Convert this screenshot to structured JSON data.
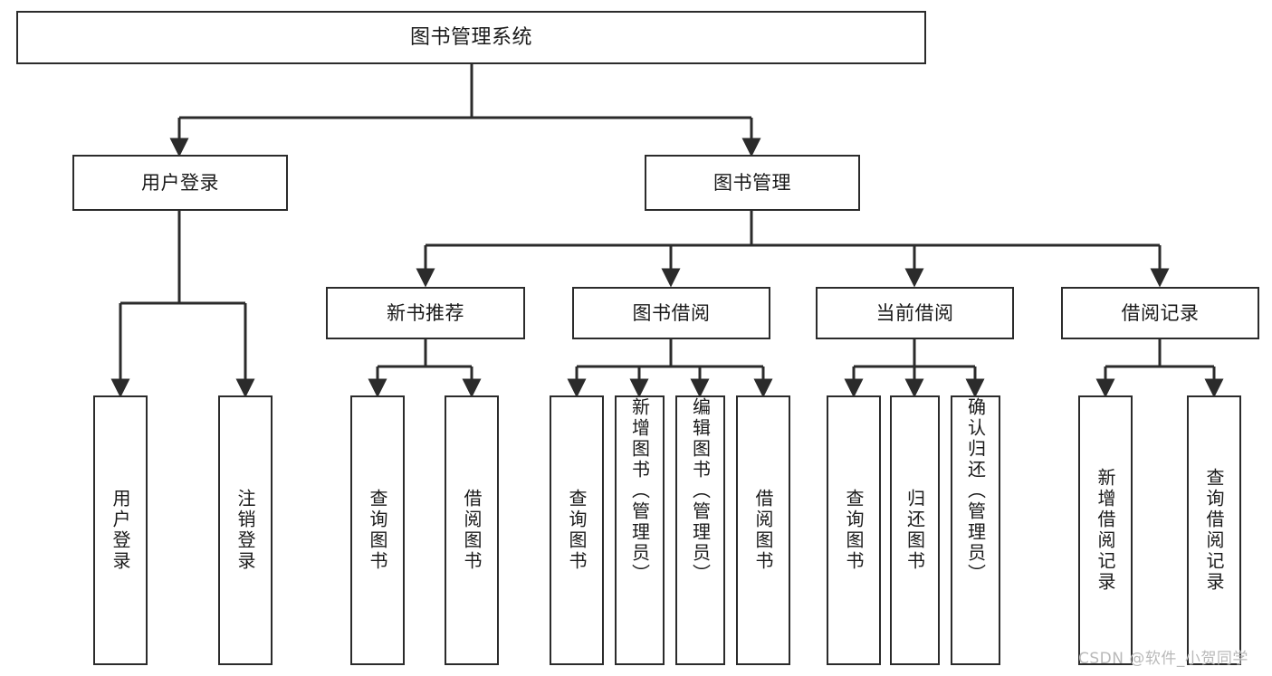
{
  "diagram": {
    "title": "图书管理系统",
    "type": "hierarchy-tree",
    "levels": 4,
    "root": {
      "id": "root",
      "label": "图书管理系统"
    },
    "level1": [
      {
        "id": "user-login",
        "label": "用户登录"
      },
      {
        "id": "book-management",
        "label": "图书管理"
      }
    ],
    "level2": [
      {
        "id": "new-book-recommend",
        "label": "新书推荐",
        "parent": "book-management"
      },
      {
        "id": "book-borrow",
        "label": "图书借阅",
        "parent": "book-management"
      },
      {
        "id": "current-borrow",
        "label": "当前借阅",
        "parent": "book-management"
      },
      {
        "id": "borrow-record",
        "label": "借阅记录",
        "parent": "book-management"
      }
    ],
    "leaves": [
      {
        "id": "leaf-user-login",
        "label": "用户登录",
        "parent": "user-login"
      },
      {
        "id": "leaf-logout",
        "label": "注销登录",
        "parent": "user-login"
      },
      {
        "id": "leaf-query-book-1",
        "label": "查询图书",
        "parent": "new-book-recommend"
      },
      {
        "id": "leaf-borrow-book-1",
        "label": "借阅图书",
        "parent": "new-book-recommend"
      },
      {
        "id": "leaf-query-book-2",
        "label": "查询图书",
        "parent": "book-borrow"
      },
      {
        "id": "leaf-add-book",
        "label": "新增图书（管理员）",
        "parent": "book-borrow"
      },
      {
        "id": "leaf-edit-book",
        "label": "编辑图书（管理员）",
        "parent": "book-borrow"
      },
      {
        "id": "leaf-borrow-book-2",
        "label": "借阅图书",
        "parent": "book-borrow"
      },
      {
        "id": "leaf-query-book-3",
        "label": "查询图书",
        "parent": "current-borrow"
      },
      {
        "id": "leaf-return-book",
        "label": "归还图书",
        "parent": "current-borrow"
      },
      {
        "id": "leaf-confirm-return",
        "label": "确认归还（管理员）",
        "parent": "current-borrow"
      },
      {
        "id": "leaf-add-record",
        "label": "新增借阅记录",
        "parent": "borrow-record"
      },
      {
        "id": "leaf-query-record",
        "label": "查询借阅记录",
        "parent": "borrow-record"
      }
    ]
  },
  "watermark": {
    "text": "CSDN @软件_小贺同学"
  },
  "colors": {
    "stroke": "#2b2b2b",
    "fill": "#ffffff",
    "text": "#1a1a1a",
    "watermark": "#b9b9b9"
  }
}
